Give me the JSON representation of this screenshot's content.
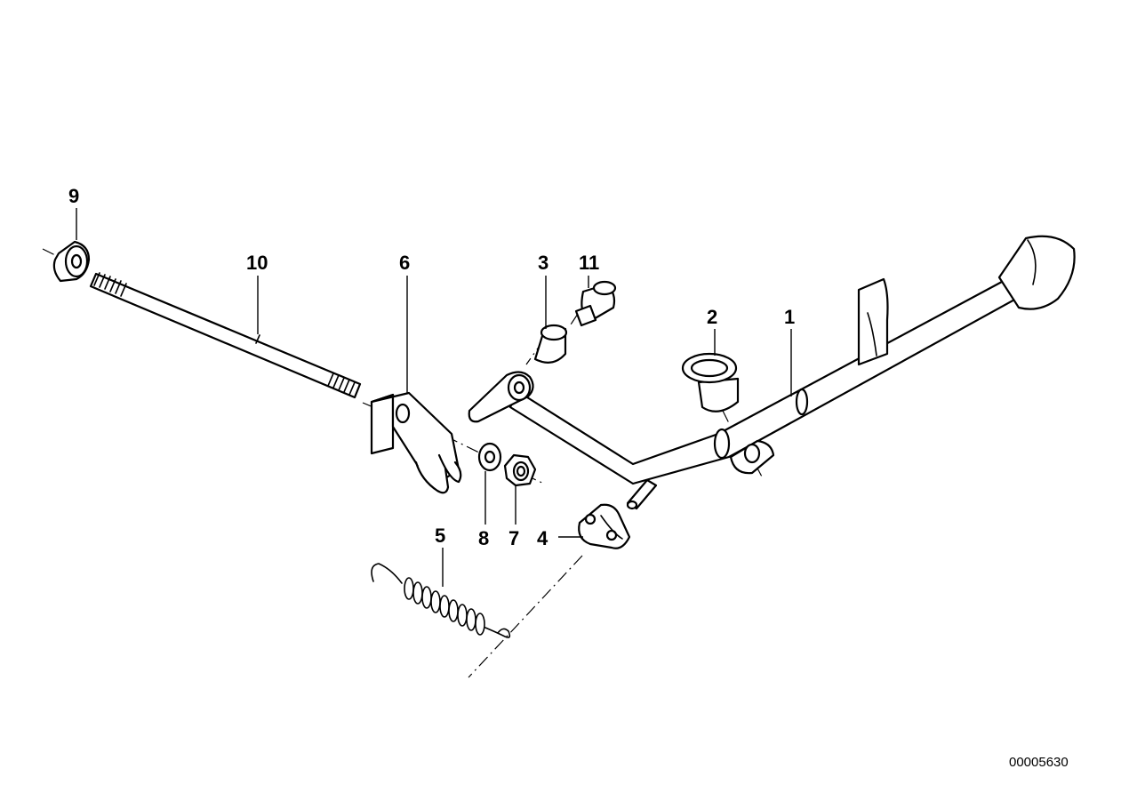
{
  "callouts": {
    "c1": "1",
    "c2": "2",
    "c3": "3",
    "c4": "4",
    "c5": "5",
    "c6": "6",
    "c7": "7",
    "c8": "8",
    "c9": "9",
    "c10": "10",
    "c11": "11"
  },
  "diagram_ref": "00005630"
}
